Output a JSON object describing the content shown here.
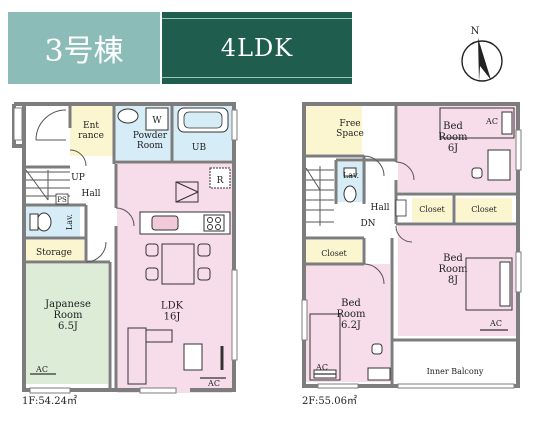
{
  "header": {
    "building": "3号棟",
    "layout_type": "4LDK"
  },
  "compass": {
    "north_label": "N"
  },
  "colors": {
    "header_light": "#8bbcb8",
    "header_dark": "#1f5d4e",
    "pink": "#f7dde9",
    "green": "#dcecd7",
    "yellow": "#fbf6d0",
    "blue": "#d6ecf6",
    "wall": "#7d7d7d"
  },
  "floor1": {
    "area": "1F:54.24㎡",
    "rooms": {
      "entrance": "Ent\nrance",
      "powder_room": "Powder\nRoom",
      "ub": "UB",
      "w": "W",
      "r": "R",
      "up": "UP",
      "hall": "Hall",
      "ps": "PS",
      "lav": "Lav.",
      "storage": "Storage",
      "japanese_room": "Japanese\nRoom\n6.5J",
      "ldk": "LDK\n16J",
      "ac_japanese": "AC",
      "ac_ldk": "AC"
    }
  },
  "floor2": {
    "area": "2F:55.06㎡",
    "rooms": {
      "free_space": "Free\nSpace",
      "bed_6j": "Bed\nRoom\n6J",
      "ac_6j": "AC",
      "lav": "Lav.",
      "hall": "Hall",
      "dn": "DN",
      "closet_1": "Closet",
      "closet_2": "Closet",
      "closet_3": "Closet",
      "bed_8j": "Bed\nRoom\n8J",
      "ac_8j": "AC",
      "bed_6_2j": "Bed\nRoom\n6.2J",
      "ac_6_2j": "AC",
      "inner_balcony": "Inner Balcony"
    }
  }
}
